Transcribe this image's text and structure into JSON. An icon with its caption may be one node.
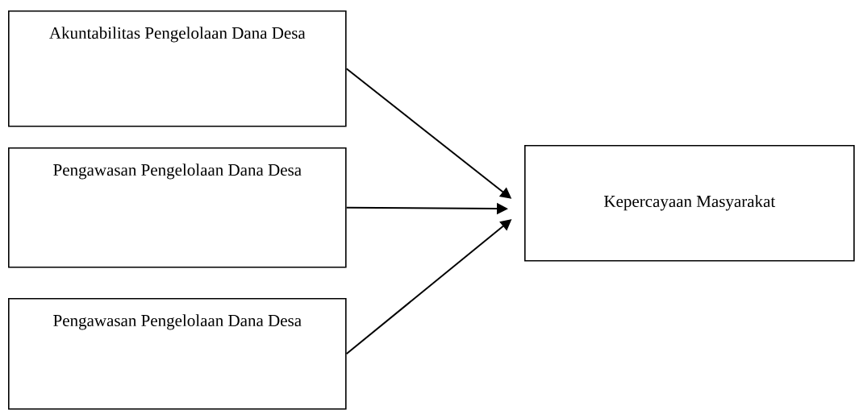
{
  "diagram": {
    "nodes": [
      {
        "text": [
          "Akuntabilitas Pengelolaan Dana Desa"
        ]
      },
      {
        "text": [
          "Pengawasan Pengelolaan Dana Desa"
        ]
      },
      {
        "text": [
          "Pengawasan Pengelolaan Dana Desa"
        ]
      },
      {
        "text": [
          "Kepercayaan Masyarakat"
        ]
      }
    ],
    "edges": [
      {
        "from": 0,
        "to": 3,
        "arrow": "to"
      },
      {
        "from": 1,
        "to": 3,
        "arrow": "to"
      },
      {
        "from": 2,
        "to": 3,
        "arrow": "to"
      }
    ]
  }
}
